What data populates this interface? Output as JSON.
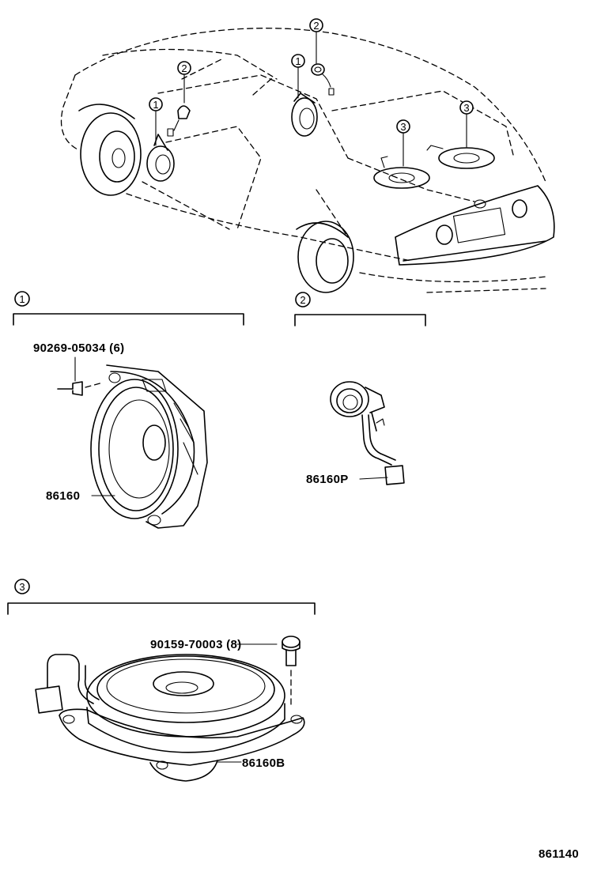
{
  "callouts": [
    "1",
    "2",
    "3"
  ],
  "sections": [
    {
      "id": "1",
      "parts": [
        {
          "number": "90269-05034 (6)"
        },
        {
          "number": "86160"
        }
      ]
    },
    {
      "id": "2",
      "parts": [
        {
          "number": "86160P"
        }
      ]
    },
    {
      "id": "3",
      "parts": [
        {
          "number": "90159-70003 (8)"
        },
        {
          "number": "86160B"
        }
      ]
    }
  ],
  "illustration_code": "861140"
}
